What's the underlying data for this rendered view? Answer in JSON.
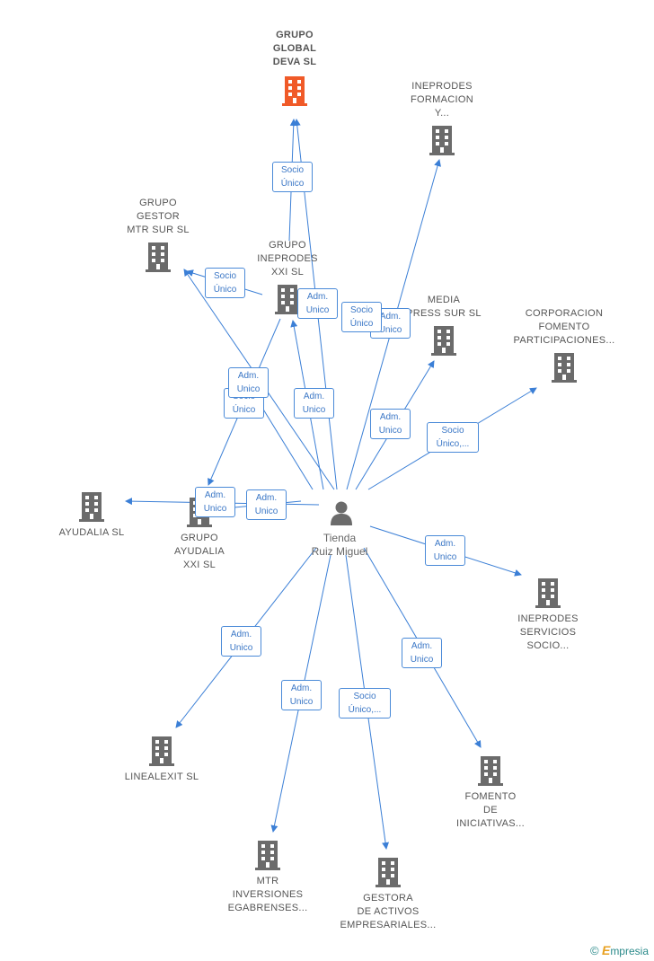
{
  "colors": {
    "edge": "#3b7fd6",
    "building": "#6b6b6b",
    "root_building": "#f05a28",
    "label_text": "#555555"
  },
  "person": {
    "name": "Tienda\nRuiz Miguel",
    "icon": "person-icon"
  },
  "nodes": [
    {
      "id": "grupo_global_deva",
      "label": "GRUPO\nGLOBAL\nDEVA SL",
      "icon": "building-icon",
      "root": true
    },
    {
      "id": "ineprodes_formacion",
      "label": "INEPRODES\nFORMACION\nY...",
      "icon": "building-icon"
    },
    {
      "id": "grupo_gestor_mtr",
      "label": "GRUPO\nGESTOR\nMTR SUR SL",
      "icon": "building-icon"
    },
    {
      "id": "grupo_ineprodes_xxi",
      "label": "GRUPO\nINEPRODES\nXXI SL",
      "icon": "building-icon"
    },
    {
      "id": "media_press_sur",
      "label": "MEDIA\nPRESS SUR SL",
      "icon": "building-icon"
    },
    {
      "id": "corporacion_fomento",
      "label": "CORPORACION\nFOMENTO\nPARTICIPACIONES...",
      "icon": "building-icon"
    },
    {
      "id": "ayudalia",
      "label": "AYUDALIA SL",
      "icon": "building-icon"
    },
    {
      "id": "grupo_ayudalia_xxi",
      "label": "GRUPO\nAYUDALIA\nXXI SL",
      "icon": "building-icon"
    },
    {
      "id": "ineprodes_servicios",
      "label": "INEPRODES\nSERVICIOS\nSOCIO...",
      "icon": "building-icon"
    },
    {
      "id": "linealexit",
      "label": "LINEALEXIT SL",
      "icon": "building-icon"
    },
    {
      "id": "fomento_iniciativas",
      "label": "FOMENTO\nDE\nINICIATIVAS...",
      "icon": "building-icon"
    },
    {
      "id": "mtr_inversiones",
      "label": "MTR\nINVERSIONES\nEGABRENSES...",
      "icon": "building-icon"
    },
    {
      "id": "gestora_activos",
      "label": "GESTORA\nDE ACTIVOS\nEMPRESARIALES...",
      "icon": "building-icon"
    }
  ],
  "edge_labels": [
    {
      "id": "e_deva_socio",
      "text": "Socio\nÚnico"
    },
    {
      "id": "e_gestor_socio",
      "text": "Socio\nÚnico"
    },
    {
      "id": "e_ineprodes_adm",
      "text": "Adm.\nUnico"
    },
    {
      "id": "e_media_socio",
      "text": "Socio\nÚnico"
    },
    {
      "id": "e_media_adm",
      "text": "Adm.\nUnico"
    },
    {
      "id": "e_gestor_adm_back",
      "text": "Socio\nÚnico"
    },
    {
      "id": "e_gestor_adm",
      "text": "Adm.\nUnico"
    },
    {
      "id": "e_xxi_adm",
      "text": "Adm.\nUnico"
    },
    {
      "id": "e_media_adm2",
      "text": "Adm.\nUnico"
    },
    {
      "id": "e_corp_socio",
      "text": "Socio\nÚnico,..."
    },
    {
      "id": "e_ayudalia_adm",
      "text": "Adm.\nUnico"
    },
    {
      "id": "e_grupo_ayudalia_adm",
      "text": "Adm.\nUnico"
    },
    {
      "id": "e_servicios_adm",
      "text": "Adm.\nUnico"
    },
    {
      "id": "e_linealexit_adm",
      "text": "Adm.\nUnico"
    },
    {
      "id": "e_fomento_adm",
      "text": "Adm.\nUnico"
    },
    {
      "id": "e_mtr_adm",
      "text": "Adm.\nUnico"
    },
    {
      "id": "e_gestora_socio",
      "text": "Socio\nÚnico,..."
    }
  ],
  "watermark": {
    "copyright": "©",
    "brand_initial": "E",
    "brand_rest": "mpresia"
  }
}
